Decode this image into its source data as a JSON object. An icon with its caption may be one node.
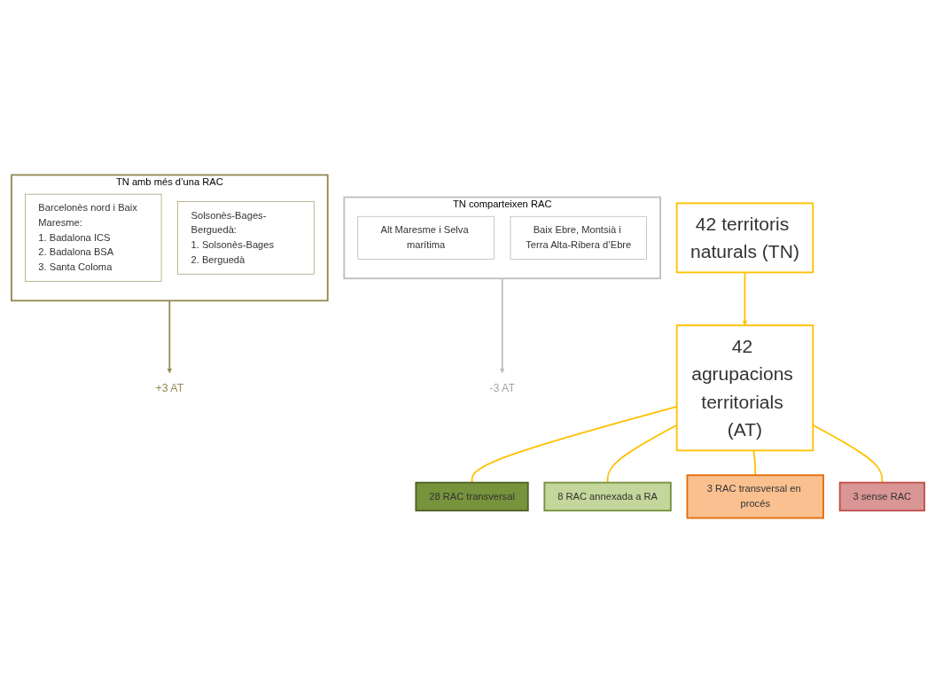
{
  "diagram": {
    "nodes": [
      {
        "text": [
          "42 territoris naturals (TN)"
        ]
      },
      {
        "text": [
          "TN amb més d’una RAC"
        ]
      },
      {
        "text": [
          "Barcelonès nord i Baix Maresme:",
          "1. Badalona ICS",
          "2. Badalona BSA",
          "3. Santa Coloma"
        ],
        "in": 1
      },
      {
        "text": [
          "Solsonès-Bages-Berguedà:",
          "1. Solsonès-Bages",
          "2. Berguedà"
        ],
        "in": 1
      },
      {
        "text": [
          "TN comparteixen RAC"
        ]
      },
      {
        "text": [
          "Alt Maresme i Selva marítima"
        ],
        "in": 4
      },
      {
        "text": [
          "Baix Ebre, Montsià i Terra Alta-Ribera d’Ebre"
        ],
        "in": 4
      },
      {
        "text": [
          "+3 AT"
        ]
      },
      {
        "text": [
          "-3 AT"
        ]
      },
      {
        "text": [
          "42 agrupacions territorials (AT)"
        ]
      },
      {
        "text": [
          "28 RAC transversal"
        ]
      },
      {
        "text": [
          "8 RAC annexada a RA"
        ]
      },
      {
        "text": [
          "3 RAC transversal en procés"
        ]
      },
      {
        "text": [
          "3 sense RAC"
        ]
      }
    ],
    "edges": [
      {
        "from": 0,
        "to": 9,
        "arrow": "to"
      },
      {
        "from": 1,
        "to": 7,
        "arrow": "to",
        "color": "#948a54"
      },
      {
        "from": 4,
        "to": 8,
        "arrow": "to",
        "color": "#bfbfbf"
      },
      {
        "from": 9,
        "to": 10,
        "arrow": "none"
      },
      {
        "from": 9,
        "to": 11,
        "arrow": "none"
      },
      {
        "from": 9,
        "to": 12,
        "arrow": "none"
      },
      {
        "from": 9,
        "to": 13,
        "arrow": "none"
      }
    ]
  }
}
